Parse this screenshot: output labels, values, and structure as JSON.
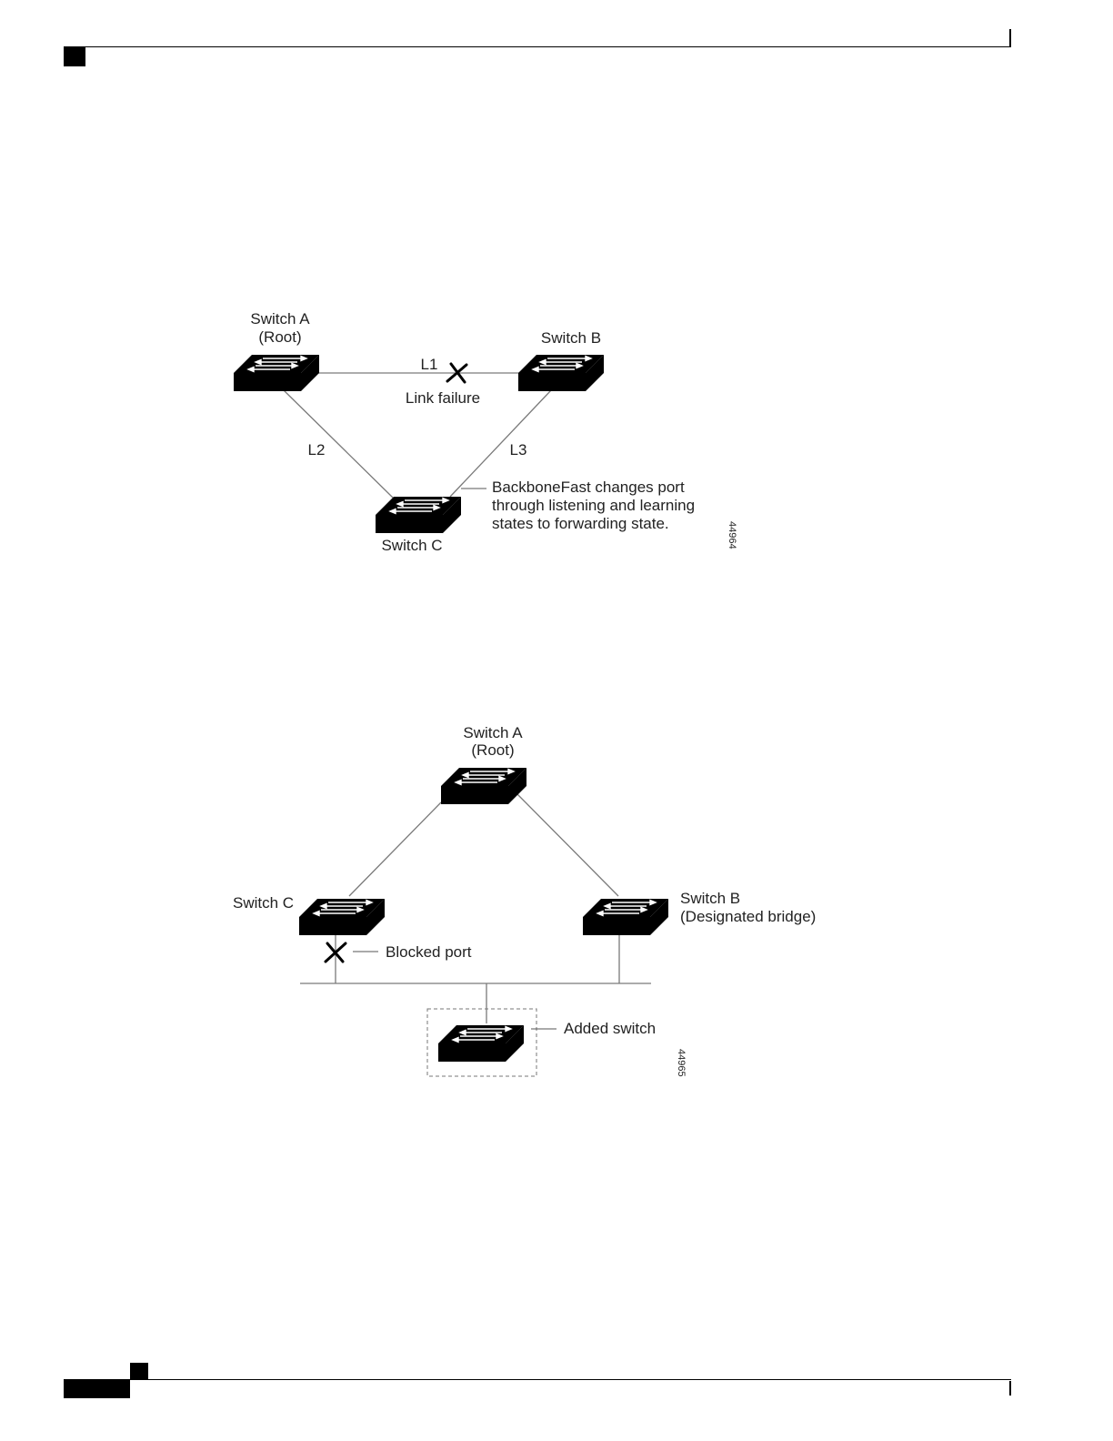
{
  "diagram1": {
    "switch_a": "Switch A",
    "switch_a_role": "(Root)",
    "switch_b": "Switch B",
    "switch_c": "Switch C",
    "link_l1": "L1",
    "link_l2": "L2",
    "link_l3": "L3",
    "link_failure": "Link failure",
    "note_line1": "BackboneFast changes port",
    "note_line2": "through listening and learning",
    "note_line3": "states to forwarding state.",
    "figure_id": "44964"
  },
  "diagram2": {
    "switch_a": "Switch A",
    "switch_a_role": "(Root)",
    "switch_c": "Switch C",
    "switch_b": "Switch B",
    "switch_b_role": "(Designated bridge)",
    "blocked_port": "Blocked port",
    "added_switch": "Added switch",
    "figure_id": "44965"
  },
  "colors": {
    "ink": "#000000",
    "link": "#7a7a7a",
    "text": "#222222"
  }
}
